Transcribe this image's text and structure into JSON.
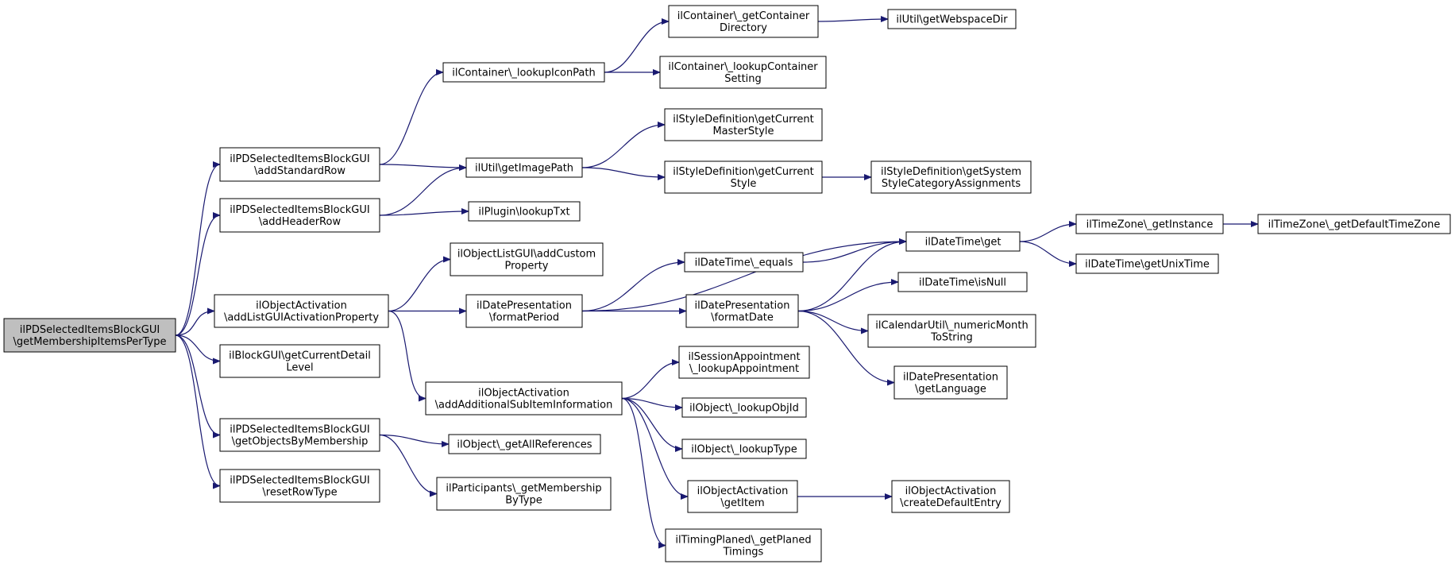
{
  "colors": {
    "edge": "#191970",
    "node_border": "#000000",
    "node_fill": "#ffffff",
    "root_fill": "#bfbfbf",
    "text": "#000000"
  },
  "diagram": {
    "nodes": [
      {
        "id": "root",
        "lines": [
          "ilPDSelectedItemsBlockGUI",
          "\\getMembershipItemsPerType"
        ],
        "highlight": true
      },
      {
        "id": "addStandardRow",
        "lines": [
          "ilPDSelectedItemsBlockGUI",
          "\\addStandardRow"
        ]
      },
      {
        "id": "addHeaderRow",
        "lines": [
          "ilPDSelectedItemsBlockGUI",
          "\\addHeaderRow"
        ]
      },
      {
        "id": "addListGUI",
        "lines": [
          "ilObjectActivation",
          "\\addListGUIActivationProperty"
        ]
      },
      {
        "id": "getCurrentDetail",
        "lines": [
          "ilBlockGUI\\getCurrentDetail",
          "Level"
        ]
      },
      {
        "id": "getObjectsByMembership",
        "lines": [
          "ilPDSelectedItemsBlockGUI",
          "\\getObjectsByMembership"
        ]
      },
      {
        "id": "resetRowType",
        "lines": [
          "ilPDSelectedItemsBlockGUI",
          "\\resetRowType"
        ]
      },
      {
        "id": "lookupIconPath",
        "lines": [
          "ilContainer\\_lookupIconPath"
        ]
      },
      {
        "id": "getImagePath",
        "lines": [
          "ilUtil\\getImagePath"
        ]
      },
      {
        "id": "lookupTxt",
        "lines": [
          "ilPlugin\\lookupTxt"
        ]
      },
      {
        "id": "addCustomProperty",
        "lines": [
          "ilObjectListGUI\\addCustom",
          "Property"
        ]
      },
      {
        "id": "formatPeriod",
        "lines": [
          "ilDatePresentation",
          "\\formatPeriod"
        ]
      },
      {
        "id": "addAdditionalSub",
        "lines": [
          "ilObjectActivation",
          "\\addAdditionalSubItemInformation"
        ]
      },
      {
        "id": "getAllReferences",
        "lines": [
          "ilObject\\_getAllReferences"
        ]
      },
      {
        "id": "getMembershipByType",
        "lines": [
          "ilParticipants\\_getMembership",
          "ByType"
        ]
      },
      {
        "id": "getContainerDirectory",
        "lines": [
          "ilContainer\\_getContainer",
          "Directory"
        ]
      },
      {
        "id": "lookupContainerSetting",
        "lines": [
          "ilContainer\\_lookupContainer",
          "Setting"
        ]
      },
      {
        "id": "getCurrentMasterStyle",
        "lines": [
          "ilStyleDefinition\\getCurrent",
          "MasterStyle"
        ]
      },
      {
        "id": "getCurrentStyle",
        "lines": [
          "ilStyleDefinition\\getCurrent",
          "Style"
        ]
      },
      {
        "id": "dtEquals",
        "lines": [
          "ilDateTime\\_equals"
        ]
      },
      {
        "id": "formatDate",
        "lines": [
          "ilDatePresentation",
          "\\formatDate"
        ]
      },
      {
        "id": "lookupAppointment",
        "lines": [
          "ilSessionAppointment",
          "\\_lookupAppointment"
        ]
      },
      {
        "id": "lookupObjId",
        "lines": [
          "ilObject\\_lookupObjId"
        ]
      },
      {
        "id": "lookupType",
        "lines": [
          "ilObject\\_lookupType"
        ]
      },
      {
        "id": "getItem",
        "lines": [
          "ilObjectActivation",
          "\\getItem"
        ]
      },
      {
        "id": "getPlanedTimings",
        "lines": [
          "ilTimingPlaned\\_getPlaned",
          "Timings"
        ]
      },
      {
        "id": "getWebspaceDir",
        "lines": [
          "ilUtil\\getWebspaceDir"
        ]
      },
      {
        "id": "getSystemStyle",
        "lines": [
          "ilStyleDefinition\\getSystem",
          "StyleCategoryAssignments"
        ]
      },
      {
        "id": "dtGet",
        "lines": [
          "ilDateTime\\get"
        ]
      },
      {
        "id": "dtIsNull",
        "lines": [
          "ilDateTime\\isNull"
        ]
      },
      {
        "id": "numericMonth",
        "lines": [
          "ilCalendarUtil\\_numericMonth",
          "ToString"
        ]
      },
      {
        "id": "getLanguage",
        "lines": [
          "ilDatePresentation",
          "\\getLanguage"
        ]
      },
      {
        "id": "createDefaultEntry",
        "lines": [
          "ilObjectActivation",
          "\\createDefaultEntry"
        ]
      },
      {
        "id": "tzGetInstance",
        "lines": [
          "ilTimeZone\\_getInstance"
        ]
      },
      {
        "id": "getUnixTime",
        "lines": [
          "ilDateTime\\getUnixTime"
        ]
      },
      {
        "id": "tzDefault",
        "lines": [
          "ilTimeZone\\_getDefaultTimeZone"
        ]
      }
    ],
    "edges": [
      [
        "root",
        "addStandardRow"
      ],
      [
        "root",
        "addHeaderRow"
      ],
      [
        "root",
        "addListGUI"
      ],
      [
        "root",
        "getCurrentDetail"
      ],
      [
        "root",
        "getObjectsByMembership"
      ],
      [
        "root",
        "resetRowType"
      ],
      [
        "addStandardRow",
        "lookupIconPath"
      ],
      [
        "addStandardRow",
        "getImagePath"
      ],
      [
        "addHeaderRow",
        "getImagePath"
      ],
      [
        "addHeaderRow",
        "lookupTxt"
      ],
      [
        "addListGUI",
        "addCustomProperty"
      ],
      [
        "addListGUI",
        "formatPeriod"
      ],
      [
        "addListGUI",
        "addAdditionalSub"
      ],
      [
        "getObjectsByMembership",
        "getAllReferences"
      ],
      [
        "getObjectsByMembership",
        "getMembershipByType"
      ],
      [
        "lookupIconPath",
        "getContainerDirectory"
      ],
      [
        "lookupIconPath",
        "lookupContainerSetting"
      ],
      [
        "getContainerDirectory",
        "getWebspaceDir"
      ],
      [
        "getImagePath",
        "getCurrentMasterStyle"
      ],
      [
        "getImagePath",
        "getCurrentStyle"
      ],
      [
        "getCurrentStyle",
        "getSystemStyle"
      ],
      [
        "formatPeriod",
        "dtGet"
      ],
      [
        "formatPeriod",
        "dtEquals"
      ],
      [
        "formatPeriod",
        "formatDate"
      ],
      [
        "dtEquals",
        "dtGet"
      ],
      [
        "formatDate",
        "dtGet"
      ],
      [
        "formatDate",
        "dtIsNull"
      ],
      [
        "formatDate",
        "numericMonth"
      ],
      [
        "formatDate",
        "getLanguage"
      ],
      [
        "dtGet",
        "tzGetInstance"
      ],
      [
        "dtGet",
        "getUnixTime"
      ],
      [
        "tzGetInstance",
        "tzDefault"
      ],
      [
        "addAdditionalSub",
        "lookupAppointment"
      ],
      [
        "addAdditionalSub",
        "lookupObjId"
      ],
      [
        "addAdditionalSub",
        "lookupType"
      ],
      [
        "addAdditionalSub",
        "getItem"
      ],
      [
        "addAdditionalSub",
        "getPlanedTimings"
      ],
      [
        "getItem",
        "createDefaultEntry"
      ]
    ]
  }
}
